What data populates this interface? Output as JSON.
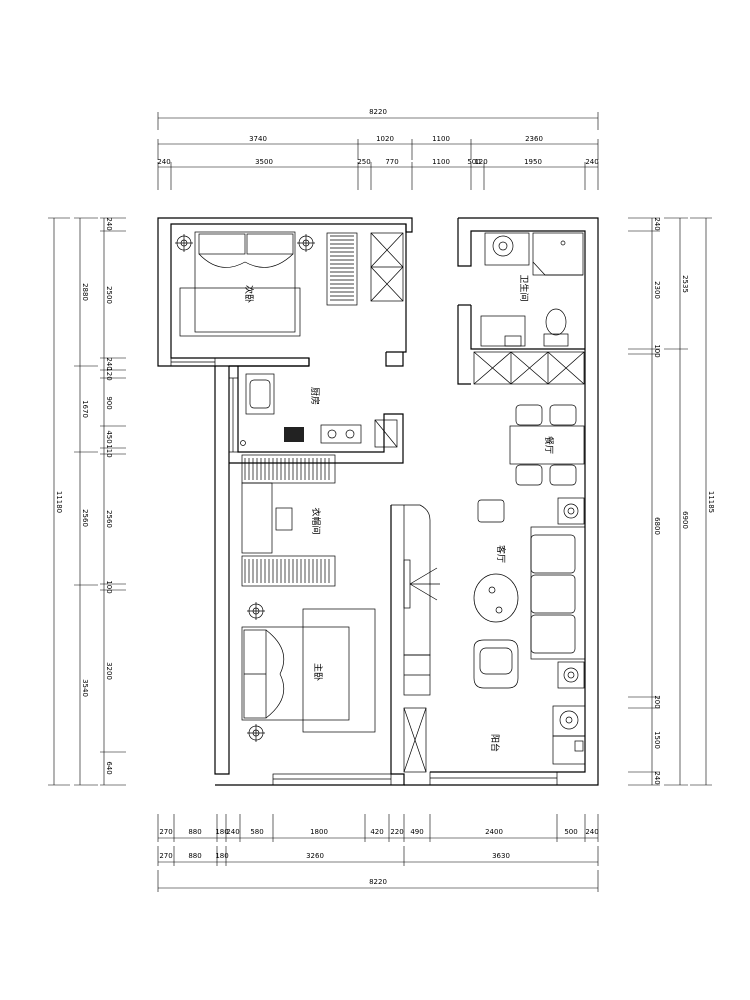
{
  "rooms": {
    "secondary_bedroom": "次卧",
    "kitchen": "厨房",
    "wardrobe": "衣帽间",
    "master_bedroom": "主卧",
    "bathroom": "卫生间",
    "dining": "餐厅",
    "living": "客厅",
    "balcony": "阳台"
  },
  "dims": {
    "top_total": "8220",
    "top_row1": [
      "3740",
      "1020",
      "1100",
      "2360"
    ],
    "top_row2": [
      "240",
      "3500",
      "250",
      "770",
      "1100",
      "500",
      "120",
      "1950",
      "240"
    ],
    "bottom_row1": [
      "270",
      "880",
      "180",
      "240",
      "580",
      "1800",
      "420",
      "220",
      "490",
      "2400",
      "500",
      "240"
    ],
    "bottom_row2": [
      "270",
      "880",
      "180",
      "3260",
      "3630"
    ],
    "bottom_total": "8220",
    "left_outer": "11180",
    "left_mid": [
      "2880",
      "1670",
      "2560",
      "3540"
    ],
    "left_inner": [
      "240",
      "2500",
      "240",
      "120",
      "900",
      "450",
      "110",
      "2560",
      "100",
      "3200",
      "640"
    ],
    "right_outer": "11185",
    "right_mid": [
      "2535",
      "6900"
    ],
    "right_inner": [
      "240",
      "2300",
      "100",
      "6800",
      "200",
      "1500",
      "240"
    ]
  }
}
